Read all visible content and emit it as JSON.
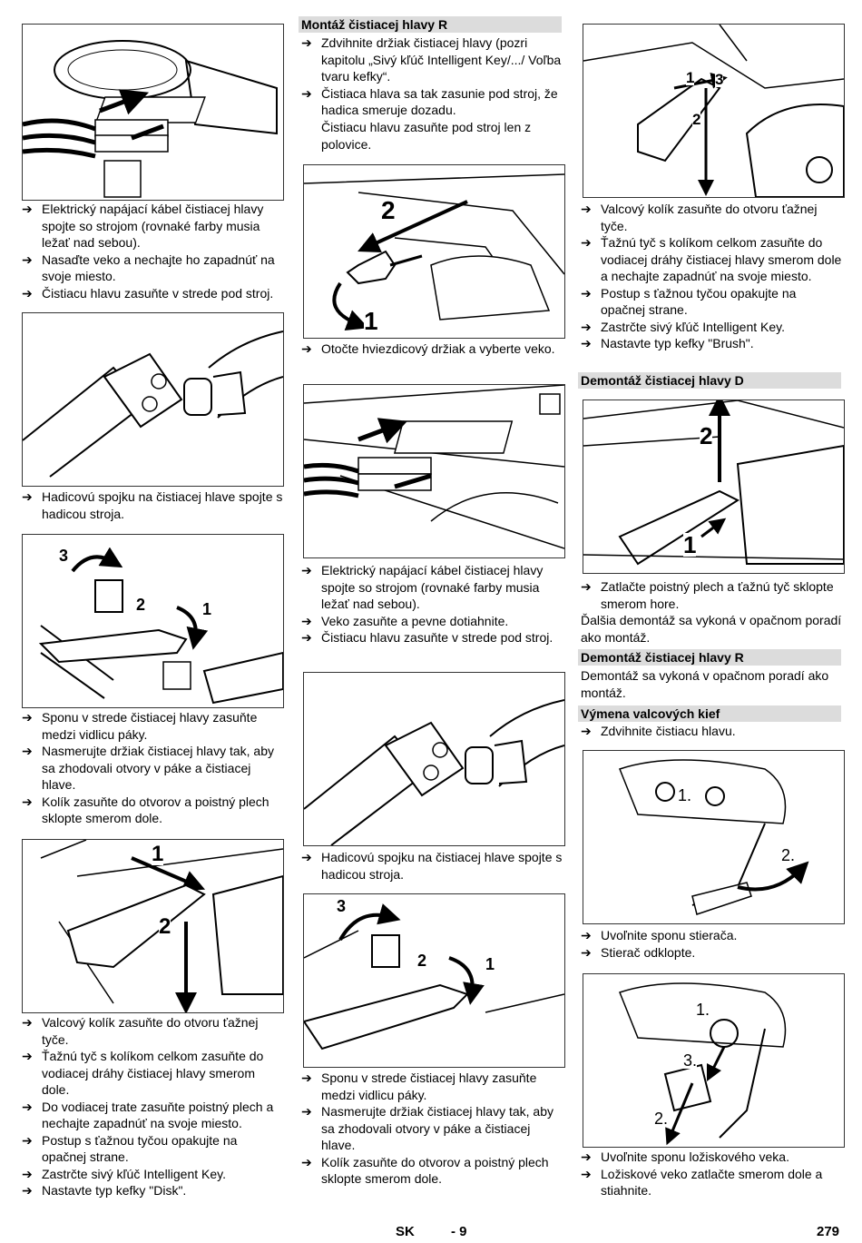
{
  "left": {
    "fig1_steps": [
      "Elektrický napájací kábel čistiacej hlavy spojte so strojom (rovnaké farby musia ležať nad sebou).",
      "Nasaďte veko a nechajte ho zapadnúť na svoje miesto.",
      "Čistiacu hlavu zasuňte v strede pod stroj."
    ],
    "fig2_steps": [
      "Hadicovú spojku na čistiacej hlave spojte s hadicou stroja."
    ],
    "fig3_labels": [
      "3",
      "2",
      "1"
    ],
    "fig3_steps": [
      "Sponu v strede čistiacej hlavy zasuňte medzi vidlicu páky.",
      "Nasmerujte držiak čistiacej hlavy tak, aby sa zhodovali otvory v páke a čistiacej hlave.",
      "Kolík zasuňte do otvorov a poistný plech sklopte smerom dole."
    ],
    "fig4_labels": [
      "1",
      "2"
    ],
    "fig4_steps": [
      "Valcový kolík zasuňte do otvoru ťažnej tyče.",
      "Ťažnú tyč s kolíkom celkom zasuňte do vodiacej dráhy čistiacej hlavy smerom dole.",
      "Do vodiacej trate zasuňte poistný plech a nechajte zapadnúť na svoje miesto.",
      "Postup s ťažnou tyčou opakujte na opačnej strane.",
      "Zastrčte sivý kľúč Intelligent Key.",
      "Nastavte typ kefky \"Disk\"."
    ]
  },
  "middle": {
    "heading": "Montáž čistiacej hlavy R",
    "intro_steps": [
      "Zdvihnite držiak čistiacej hlavy (pozri kapitolu „Sivý kľúč Intelligent Key/.../ Voľba tvaru kefky“.",
      "Čistiaca hlava sa tak zasunie pod stroj, že hadica smeruje dozadu."
    ],
    "intro_note": "Čistiacu hlavu zasuňte pod stroj len z polovice.",
    "fig1_labels": [
      "2",
      "1"
    ],
    "fig1_steps": [
      "Otočte hviezdicový držiak a vyberte veko."
    ],
    "fig2_steps": [
      "Elektrický napájací kábel čistiacej hlavy spojte so strojom (rovnaké farby musia ležať nad sebou).",
      "Veko zasuňte a pevne dotiahnite.",
      "Čistiacu hlavu zasuňte v strede pod stroj."
    ],
    "fig3_steps": [
      "Hadicovú spojku na čistiacej hlave spojte s hadicou stroja."
    ],
    "fig4_labels": [
      "3",
      "2",
      "1"
    ],
    "fig4_steps": [
      "Sponu v strede čistiacej hlavy zasuňte medzi vidlicu páky.",
      "Nasmerujte držiak čistiacej hlavy tak, aby sa zhodovali otvory v páke a čistiacej hlave.",
      "Kolík zasuňte do otvorov a poistný plech sklopte smerom dole."
    ]
  },
  "right": {
    "fig1_labels": [
      "1",
      "3",
      "2"
    ],
    "fig1_steps": [
      "Valcový kolík zasuňte do otvoru ťažnej tyče.",
      "Ťažnú tyč s kolíkom celkom zasuňte do vodiacej dráhy čistiacej hlavy smerom dole a nechajte zapadnúť na svoje miesto.",
      "Postup s ťažnou tyčou opakujte na opačnej strane.",
      "Zastrčte sivý kľúč Intelligent Key.",
      "Nastavte typ kefky \"Brush\"."
    ],
    "heading_d": "Demontáž čistiacej hlavy D",
    "fig2_labels": [
      "2",
      "1"
    ],
    "fig2_steps": [
      "Zatlačte poistný plech a ťažnú tyč sklopte smerom hore."
    ],
    "d_para": "Ďalšia demontáž sa vykoná v opačnom poradí ako montáž.",
    "heading_r": "Demontáž čistiacej hlavy R",
    "r_para": "Demontáž sa vykoná v opačnom poradí ako montáž.",
    "heading_v": "Výmena valcových kief",
    "v_steps": [
      "Zdvihnite čistiacu hlavu."
    ],
    "fig3_labels": [
      "1.",
      "2."
    ],
    "fig3_steps": [
      "Uvoľnite sponu stierača.",
      "Stierač odklopte."
    ],
    "fig4_labels": [
      "1.",
      "3.",
      "2."
    ],
    "fig4_steps": [
      "Uvoľnite sponu ložiskového veka.",
      "Ložiskové veko zatlačte smerom dole a stiahnite."
    ]
  },
  "footer": {
    "lang": "SK",
    "page_local": "- 9",
    "page_total": "279"
  },
  "icons": {
    "step_arrow": "arrow-right-icon"
  }
}
